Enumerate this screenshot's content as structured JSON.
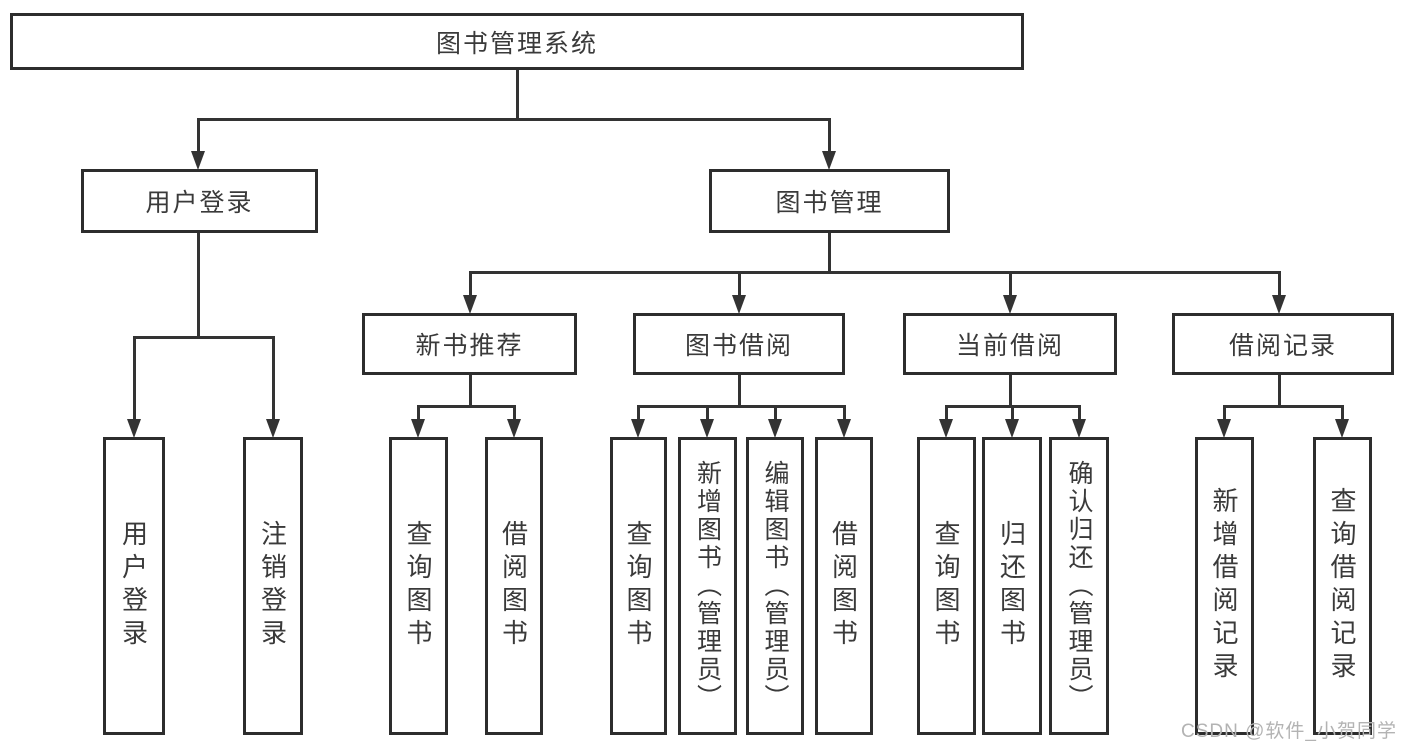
{
  "colors": {
    "background": "#ffffff",
    "line": "#333333",
    "box_border": "#2d2d2d",
    "text": "#3a3a3a",
    "watermark": "#b3b3b3"
  },
  "watermark": {
    "text": "CSDN @软件_小贺同学"
  },
  "tree": {
    "label": "图书管理系统",
    "children": [
      {
        "label": "用户登录",
        "children": [
          {
            "label": "用户登录"
          },
          {
            "label": "注销登录"
          }
        ]
      },
      {
        "label": "图书管理",
        "children": [
          {
            "label": "新书推荐",
            "children": [
              {
                "label": "查询图书"
              },
              {
                "label": "借阅图书"
              }
            ]
          },
          {
            "label": "图书借阅",
            "children": [
              {
                "label": "查询图书"
              },
              {
                "label": "新增图书（管理员）"
              },
              {
                "label": "编辑图书（管理员）"
              },
              {
                "label": "借阅图书"
              }
            ]
          },
          {
            "label": "当前借阅",
            "children": [
              {
                "label": "查询图书"
              },
              {
                "label": "归还图书"
              },
              {
                "label": "确认归还（管理员）"
              }
            ]
          },
          {
            "label": "借阅记录",
            "children": [
              {
                "label": "新增借阅记录"
              },
              {
                "label": "查询借阅记录"
              }
            ]
          }
        ]
      }
    ]
  }
}
